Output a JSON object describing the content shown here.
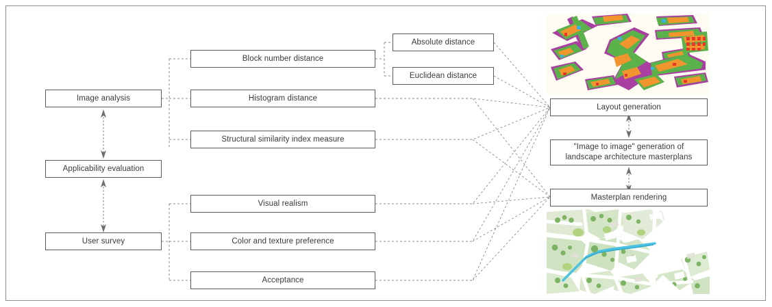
{
  "diagram": {
    "title": "Applicability evaluation framework for image-to-image generation of landscape architecture masterplans",
    "colors": {
      "box_border": "#5a5a5a",
      "frame_border": "#8c8c8c",
      "text": "#3b3836",
      "connector": "#8a8a8a",
      "arrow": "#6e6e6e",
      "background": "#ffffff"
    },
    "left_column": [
      {
        "id": "image-analysis",
        "label": "Image analysis"
      },
      {
        "id": "applicability-evaluation",
        "label": "Applicability evaluation"
      },
      {
        "id": "user-survey",
        "label": "User survey"
      }
    ],
    "middle_column": [
      {
        "id": "block-number-distance",
        "label": "Block number distance"
      },
      {
        "id": "histogram-distance",
        "label": "Histogram distance"
      },
      {
        "id": "structural-similarity-index-measure",
        "label": "Structural similarity index measure"
      },
      {
        "id": "visual-realism",
        "label": "Visual realism"
      },
      {
        "id": "color-and-texture-preference",
        "label": "Color and texture preference"
      },
      {
        "id": "acceptance",
        "label": "Acceptance"
      }
    ],
    "sub_column": [
      {
        "id": "absolute-distance",
        "label": "Absolute distance"
      },
      {
        "id": "euclidean-distance",
        "label": "Euclidean distance"
      }
    ],
    "right_column": [
      {
        "id": "layout-generation",
        "label": "Layout generation"
      },
      {
        "id": "image-to-image-generation",
        "label": "\"Image to image\" generation of\nlandscape architecture masterplans"
      },
      {
        "id": "masterplan-rendering",
        "label": "Masterplan rendering"
      }
    ],
    "images": [
      {
        "id": "layout-segmentation-map",
        "caption": ""
      },
      {
        "id": "masterplan-rendering-map",
        "caption": ""
      }
    ]
  }
}
